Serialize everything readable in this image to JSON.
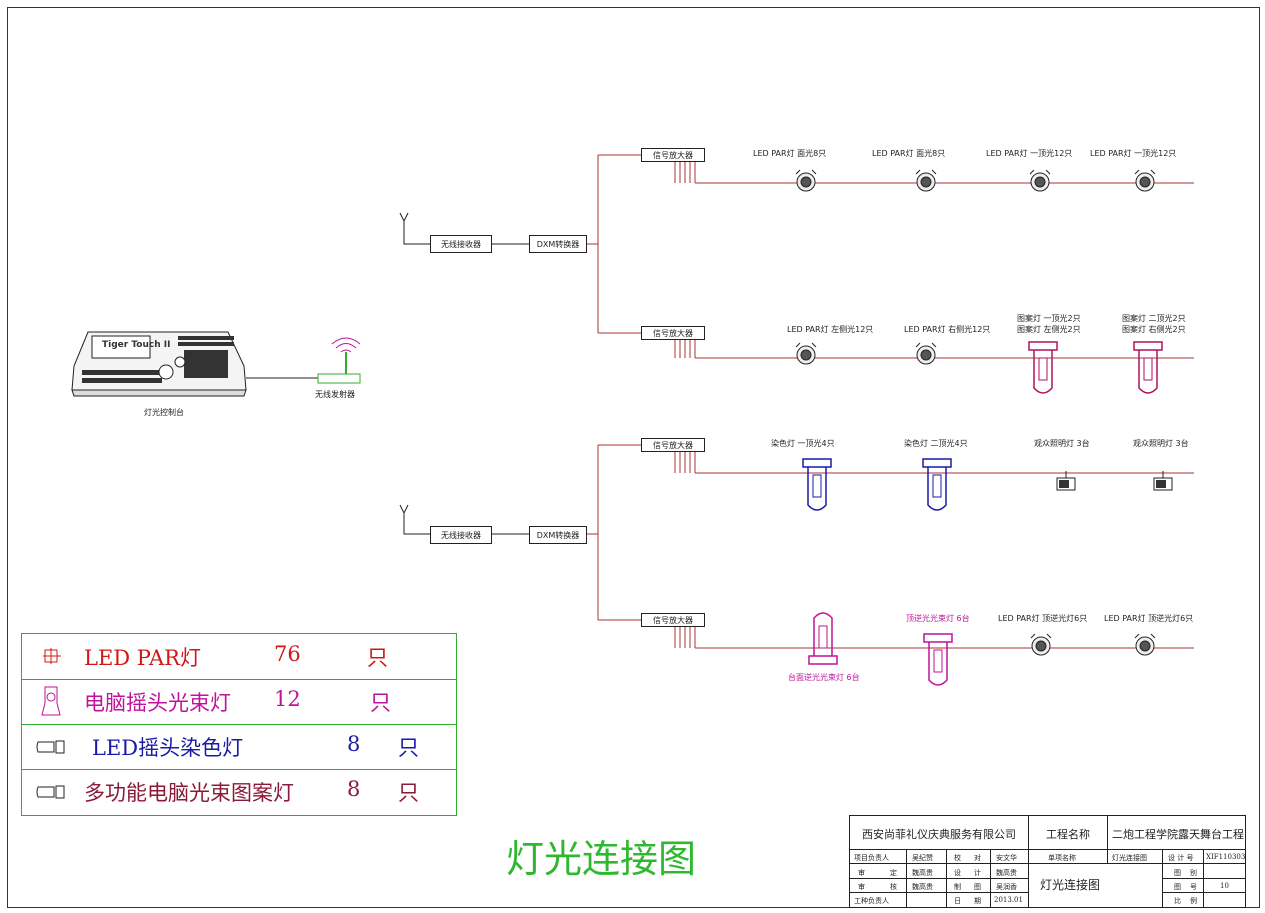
{
  "console": {
    "brand": "Tiger Touch II",
    "label": "灯光控制台"
  },
  "transmitter": {
    "label": "无线发射器"
  },
  "receivers": [
    "无线接收器",
    "无线接收器"
  ],
  "converters": [
    "DXM转换器",
    "DXM转换器"
  ],
  "amplifiers": [
    "信号放大器",
    "信号放大器",
    "信号放大器",
    "信号放大器"
  ],
  "rows": [
    {
      "fixtures": [
        {
          "type": "par",
          "lines": [
            "LED PAR灯 面光8只"
          ]
        },
        {
          "type": "par",
          "lines": [
            "LED PAR灯 面光8只"
          ]
        },
        {
          "type": "par",
          "lines": [
            "LED PAR灯 一顶光12只"
          ]
        },
        {
          "type": "par",
          "lines": [
            "LED PAR灯 一顶光12只"
          ]
        }
      ]
    },
    {
      "fixtures": [
        {
          "type": "par",
          "lines": [
            "LED PAR灯 左侧光12只"
          ]
        },
        {
          "type": "par",
          "lines": [
            "LED PAR灯 右侧光12只"
          ]
        },
        {
          "type": "beam",
          "lines": [
            "图案灯 一顶光2只",
            "图案灯 左侧光2只"
          ]
        },
        {
          "type": "beam",
          "lines": [
            "图案灯 二顶光2只",
            "图案灯 右侧光2只"
          ]
        }
      ]
    },
    {
      "fixtures": [
        {
          "type": "wash",
          "lines": [
            "染色灯 一顶光4只"
          ]
        },
        {
          "type": "wash",
          "lines": [
            "染色灯 二顶光4只"
          ]
        },
        {
          "type": "blinder",
          "lines": [
            "观众照明灯 3台"
          ]
        },
        {
          "type": "blinder",
          "lines": [
            "观众照明灯 3台"
          ]
        }
      ]
    },
    {
      "fixtures": [
        {
          "type": "spot",
          "lines": [
            "台面逆光光束灯 6台"
          ]
        },
        {
          "type": "spot2",
          "lines": [
            "顶逆光光束灯 6台"
          ]
        },
        {
          "type": "par",
          "lines": [
            "LED PAR灯 顶逆光灯6只"
          ]
        },
        {
          "type": "par",
          "lines": [
            "LED PAR灯 顶逆光灯6只"
          ]
        }
      ]
    }
  ],
  "legend": [
    {
      "icon": "par-icon",
      "name": "LED PAR灯",
      "qty": "76",
      "unit": "只",
      "color": "#d01818"
    },
    {
      "icon": "moving-head-beam-icon",
      "name": "电脑摇头光束灯",
      "qty": "12",
      "unit": "只",
      "color": "#c0129a"
    },
    {
      "icon": "moving-head-wash-icon",
      "name": "LED摇头染色灯",
      "qty": "8",
      "unit": "只",
      "color": "#1a1aa8"
    },
    {
      "icon": "pattern-light-icon",
      "name": "多功能电脑光束图案灯",
      "qty": "8",
      "unit": "只",
      "color": "#8a1a3a"
    }
  ],
  "drawing_title": "灯光连接图",
  "title_block": {
    "company": "西安尚菲礼仪庆典服务有限公司",
    "project_label": "工程名称",
    "project_name": "二炮工程学院露天舞台工程",
    "r1": [
      "项目负责人",
      "吴纪赞",
      "校",
      "对",
      "安文华",
      "单项名称",
      "灯光连接图",
      "设 计 号",
      "XIF110303"
    ],
    "r2": [
      "审",
      "定",
      "魏高贵",
      "设",
      "计",
      "魏高贵",
      "图",
      "别",
      ""
    ],
    "r3": [
      "审",
      "核",
      "魏高贵",
      "制",
      "图",
      "吴润香",
      "图",
      "号",
      "10"
    ],
    "r4": [
      "工种负责人",
      "",
      "日",
      "期",
      "2013.01",
      "比",
      "例",
      ""
    ],
    "sub_name": "灯光连接图"
  }
}
